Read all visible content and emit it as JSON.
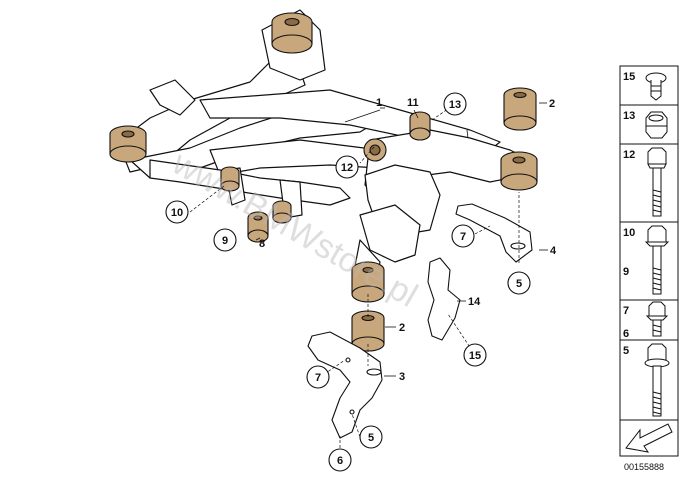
{
  "callouts": {
    "c1": "1",
    "c2a": "2",
    "c2b": "2",
    "c3": "3",
    "c4": "4",
    "c5a": "5",
    "c5b": "5",
    "c6": "6",
    "c7a": "7",
    "c7b": "7",
    "c8": "8",
    "c9": "9",
    "c10": "10",
    "c11": "11",
    "c12": "12",
    "c13": "13",
    "c14": "14",
    "c15": "15"
  },
  "sidebar": {
    "items": [
      {
        "label": "15",
        "part": "push-rivet"
      },
      {
        "label": "13",
        "part": "hex-nut"
      },
      {
        "label": "12",
        "part": "long-hex-bolt"
      },
      {
        "label": "10",
        "label2": "9",
        "part": "hex-bolt"
      },
      {
        "label": "7",
        "label2": "6",
        "part": "short-bolt"
      },
      {
        "label": "5",
        "part": "collar-bolt"
      }
    ]
  },
  "watermark": "www.BMWstore.pl",
  "reference_number": "00155888",
  "colors": {
    "line": "#111111",
    "bushing": "#c9a77c",
    "bushing_dark": "#8a6b45",
    "watermark": "#b8b8b8"
  }
}
